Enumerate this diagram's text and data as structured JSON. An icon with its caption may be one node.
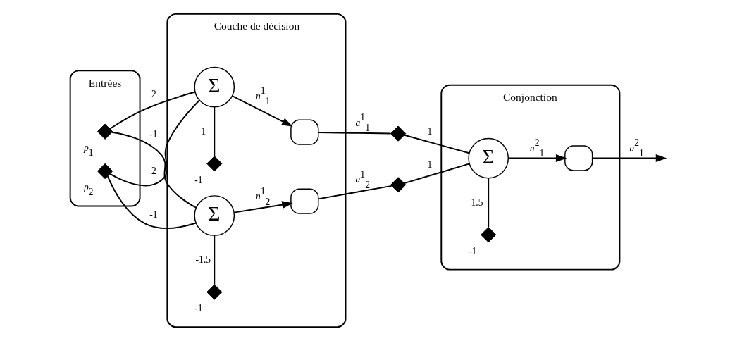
{
  "diagram": {
    "nodes": [
      {
        "text": [
          "Entrées"
        ]
      },
      {
        "text": [],
        "shape": "diamond",
        "in": 0,
        "beside": [
          "*p*$_{1}$"
        ]
      },
      {
        "text": [],
        "shape": "diamond",
        "in": 0,
        "beside": [
          "*p*$_{2}$"
        ]
      },
      {
        "text": [
          "Couche de décision"
        ]
      },
      {
        "text": [
          "Σ"
        ],
        "in": 3
      },
      {
        "text": [
          "Σ"
        ],
        "in": 3
      },
      {
        "text": [],
        "shape": "diamond",
        "in": 3,
        "beside": [
          "-1"
        ]
      },
      {
        "text": [],
        "shape": "diamond",
        "in": 3,
        "beside": [
          "-1"
        ]
      },
      {
        "text": [],
        "shape": "box",
        "in": 3
      },
      {
        "text": [],
        "shape": "box",
        "in": 3
      },
      {
        "text": [],
        "shape": "diamond"
      },
      {
        "text": [],
        "shape": "diamond"
      },
      {
        "text": [
          "Conjonction"
        ]
      },
      {
        "text": [
          "Σ"
        ],
        "in": 12
      },
      {
        "text": [],
        "shape": "diamond",
        "in": 12,
        "beside": [
          "-1"
        ]
      },
      {
        "text": [],
        "shape": "box",
        "in": 12
      }
    ],
    "edges": [
      {
        "from": 1,
        "to": 4,
        "arrow": "none",
        "label": "2"
      },
      {
        "from": 1,
        "to": 5,
        "arrow": "none",
        "label": "-1"
      },
      {
        "from": 2,
        "to": 4,
        "arrow": "none",
        "label": "2"
      },
      {
        "from": 2,
        "to": 5,
        "arrow": "none",
        "label": "-1"
      },
      {
        "from": 6,
        "to": 4,
        "arrow": "none",
        "label": "1"
      },
      {
        "from": 7,
        "to": 5,
        "arrow": "none",
        "label": "-1.5"
      },
      {
        "from": 4,
        "to": 8,
        "arrow": "to",
        "label": "*n*$^{1}$$_{1}$"
      },
      {
        "from": 5,
        "to": 9,
        "arrow": "to",
        "label": "*n*$^{1}$$_{2}$"
      },
      {
        "from": 8,
        "to": 10,
        "arrow": "none",
        "label": "*a*$^{1}$$_{1}$"
      },
      {
        "from": 9,
        "to": 11,
        "arrow": "none",
        "label": "*a*$^{1}$$_{2}$"
      },
      {
        "from": 10,
        "to": 13,
        "arrow": "none",
        "label": "1"
      },
      {
        "from": 11,
        "to": 13,
        "arrow": "none",
        "label": "1"
      },
      {
        "from": 14,
        "to": 13,
        "arrow": "none",
        "label": "1.5"
      },
      {
        "from": 13,
        "to": 15,
        "arrow": "to",
        "label": "*n*$^{2}$$_{1}$"
      },
      {
        "from": 15,
        "to": null,
        "arrow": "to",
        "label": "*a*$^{2}$$_{1}$"
      }
    ]
  }
}
